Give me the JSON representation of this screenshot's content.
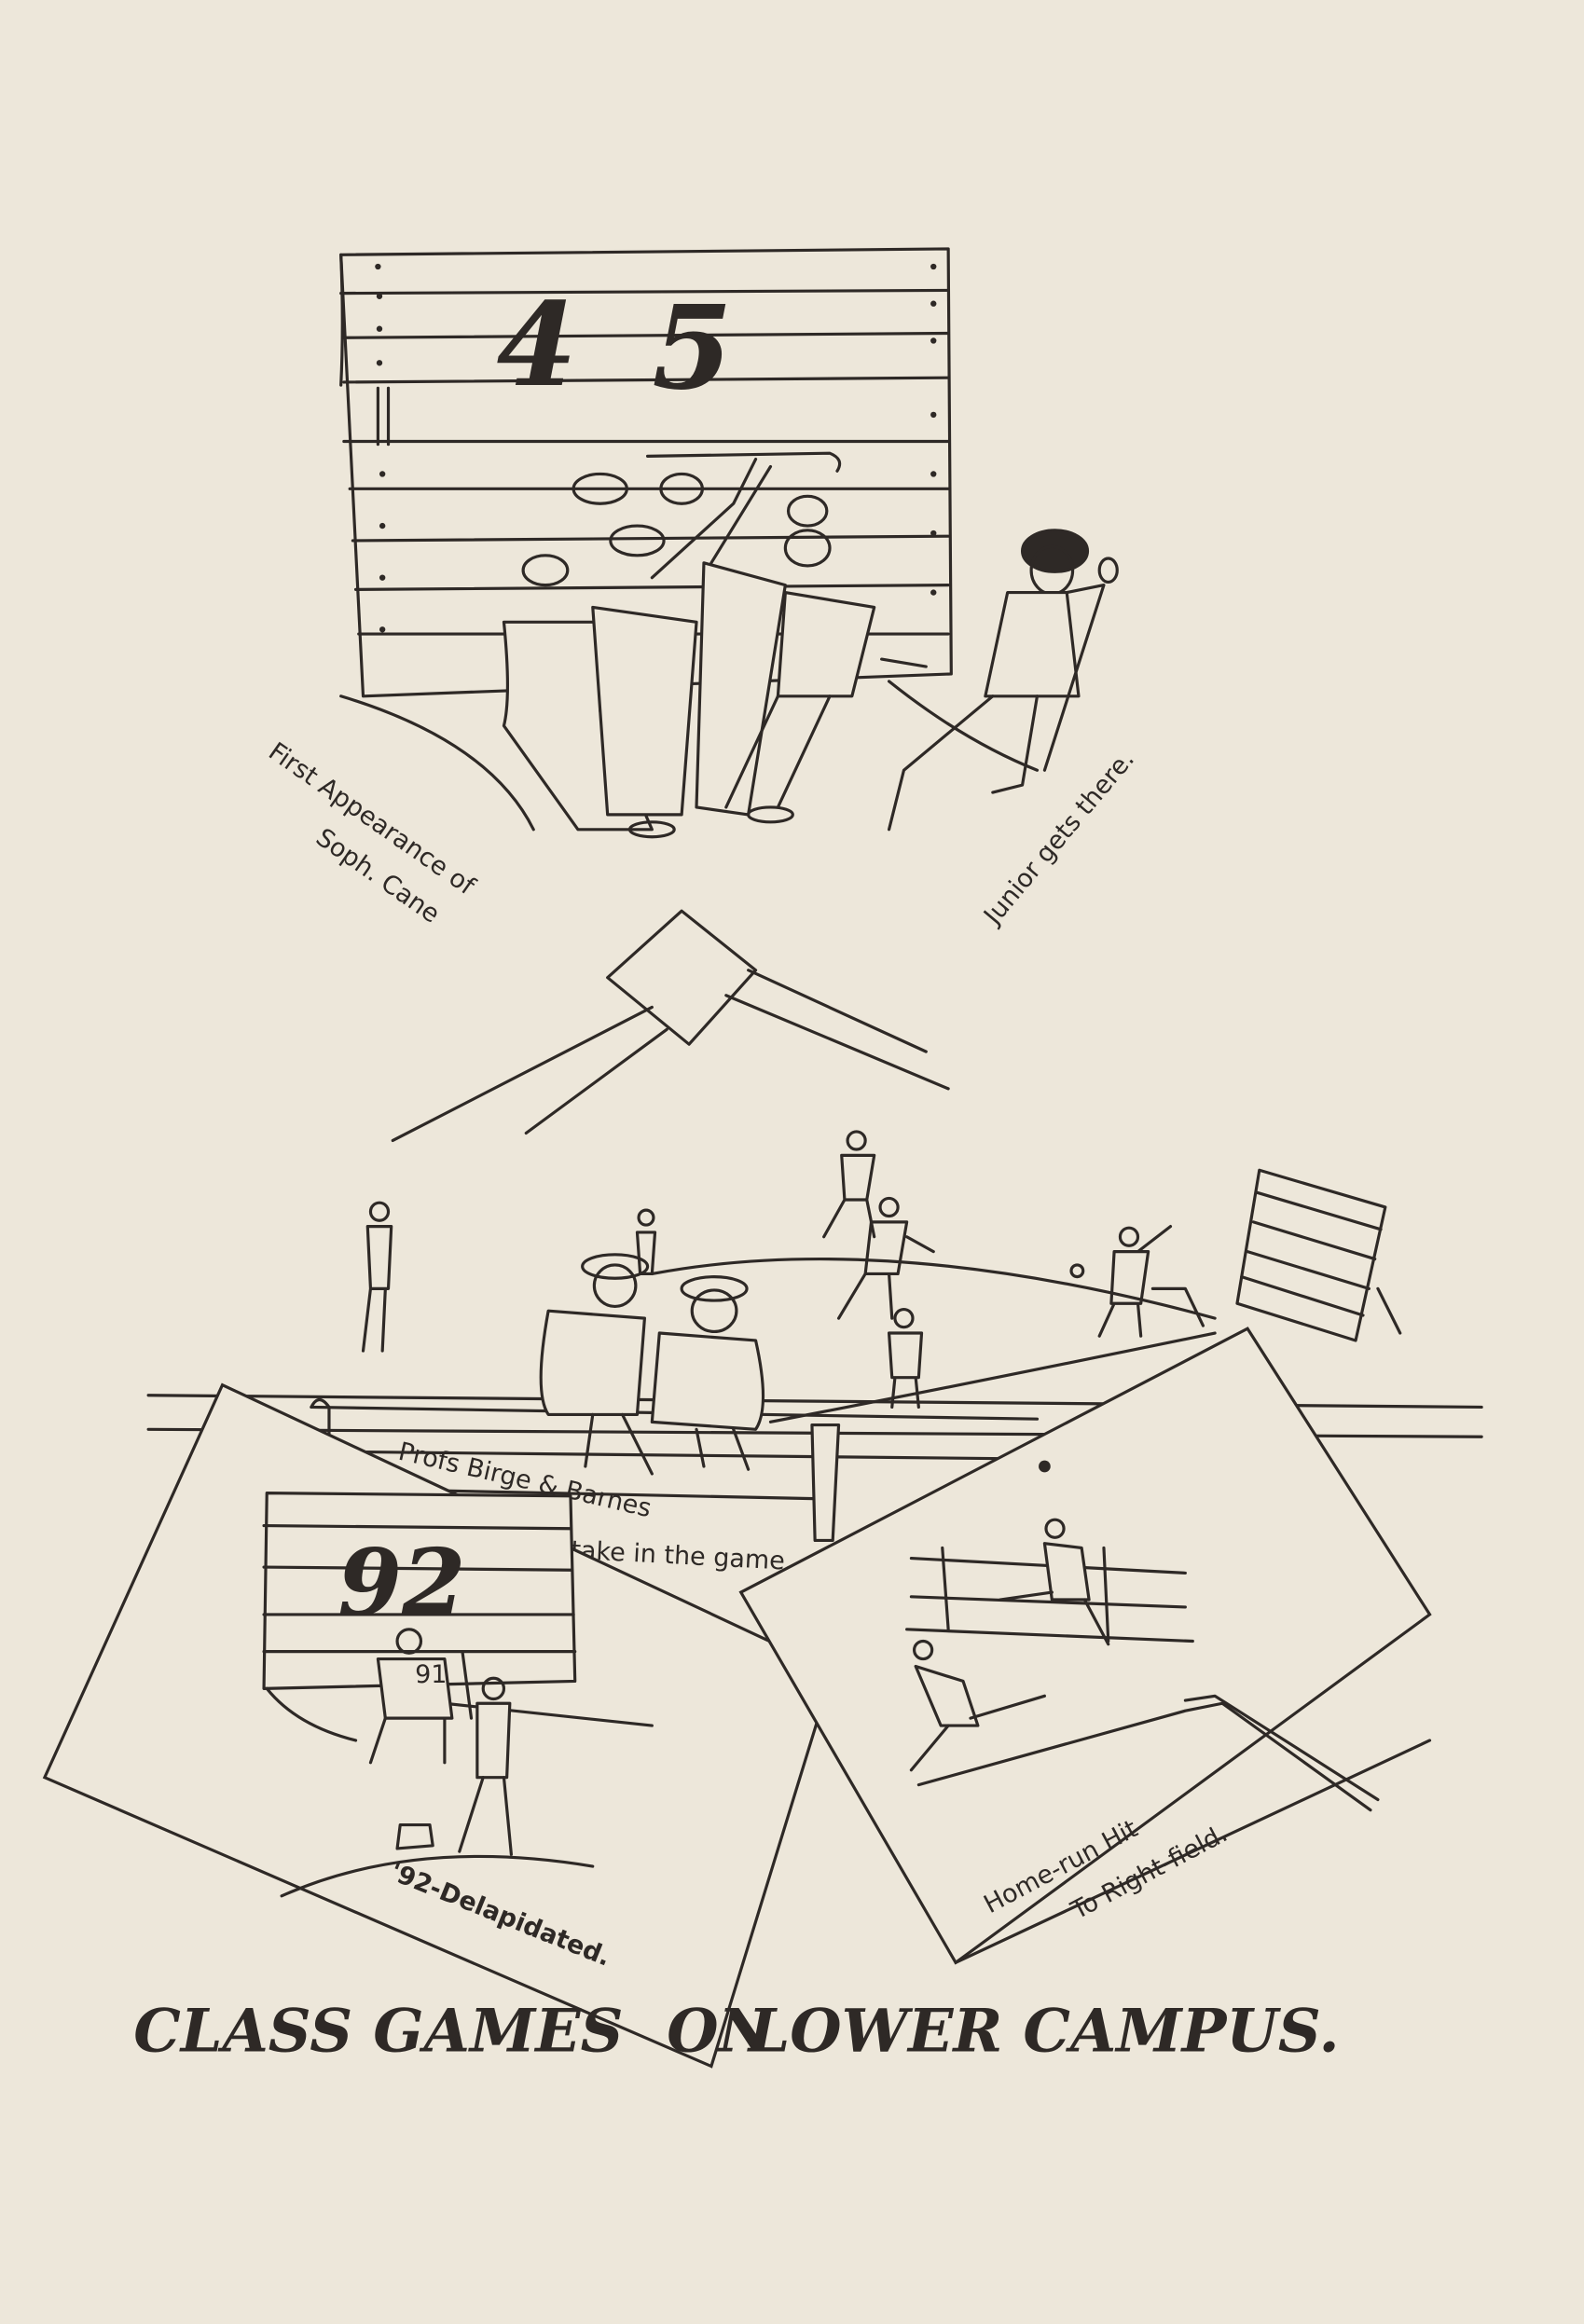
{
  "top_scene": {
    "scoreboard_digits": [
      "4",
      "5"
    ],
    "caption_left_line1": "First Appearance of",
    "caption_left_line2": "Soph. Cane",
    "caption_right": "Junior gets there."
  },
  "middle_scene": {
    "caption_line1": "Profs Birge & Barnes",
    "caption_line2": "take in the game."
  },
  "left_card": {
    "scoreboard_digits": "92",
    "player_number": "91",
    "caption": "'92-Delapidated."
  },
  "right_card": {
    "caption_line1": "Home-run Hit",
    "caption_line2": "To Right-field."
  },
  "title": {
    "part1": "CLASS GAMES",
    "part2": "ON",
    "part3": "LOWER CAMPUS."
  },
  "colors": {
    "paper": "#ede7da",
    "ink": "#2e2926"
  }
}
